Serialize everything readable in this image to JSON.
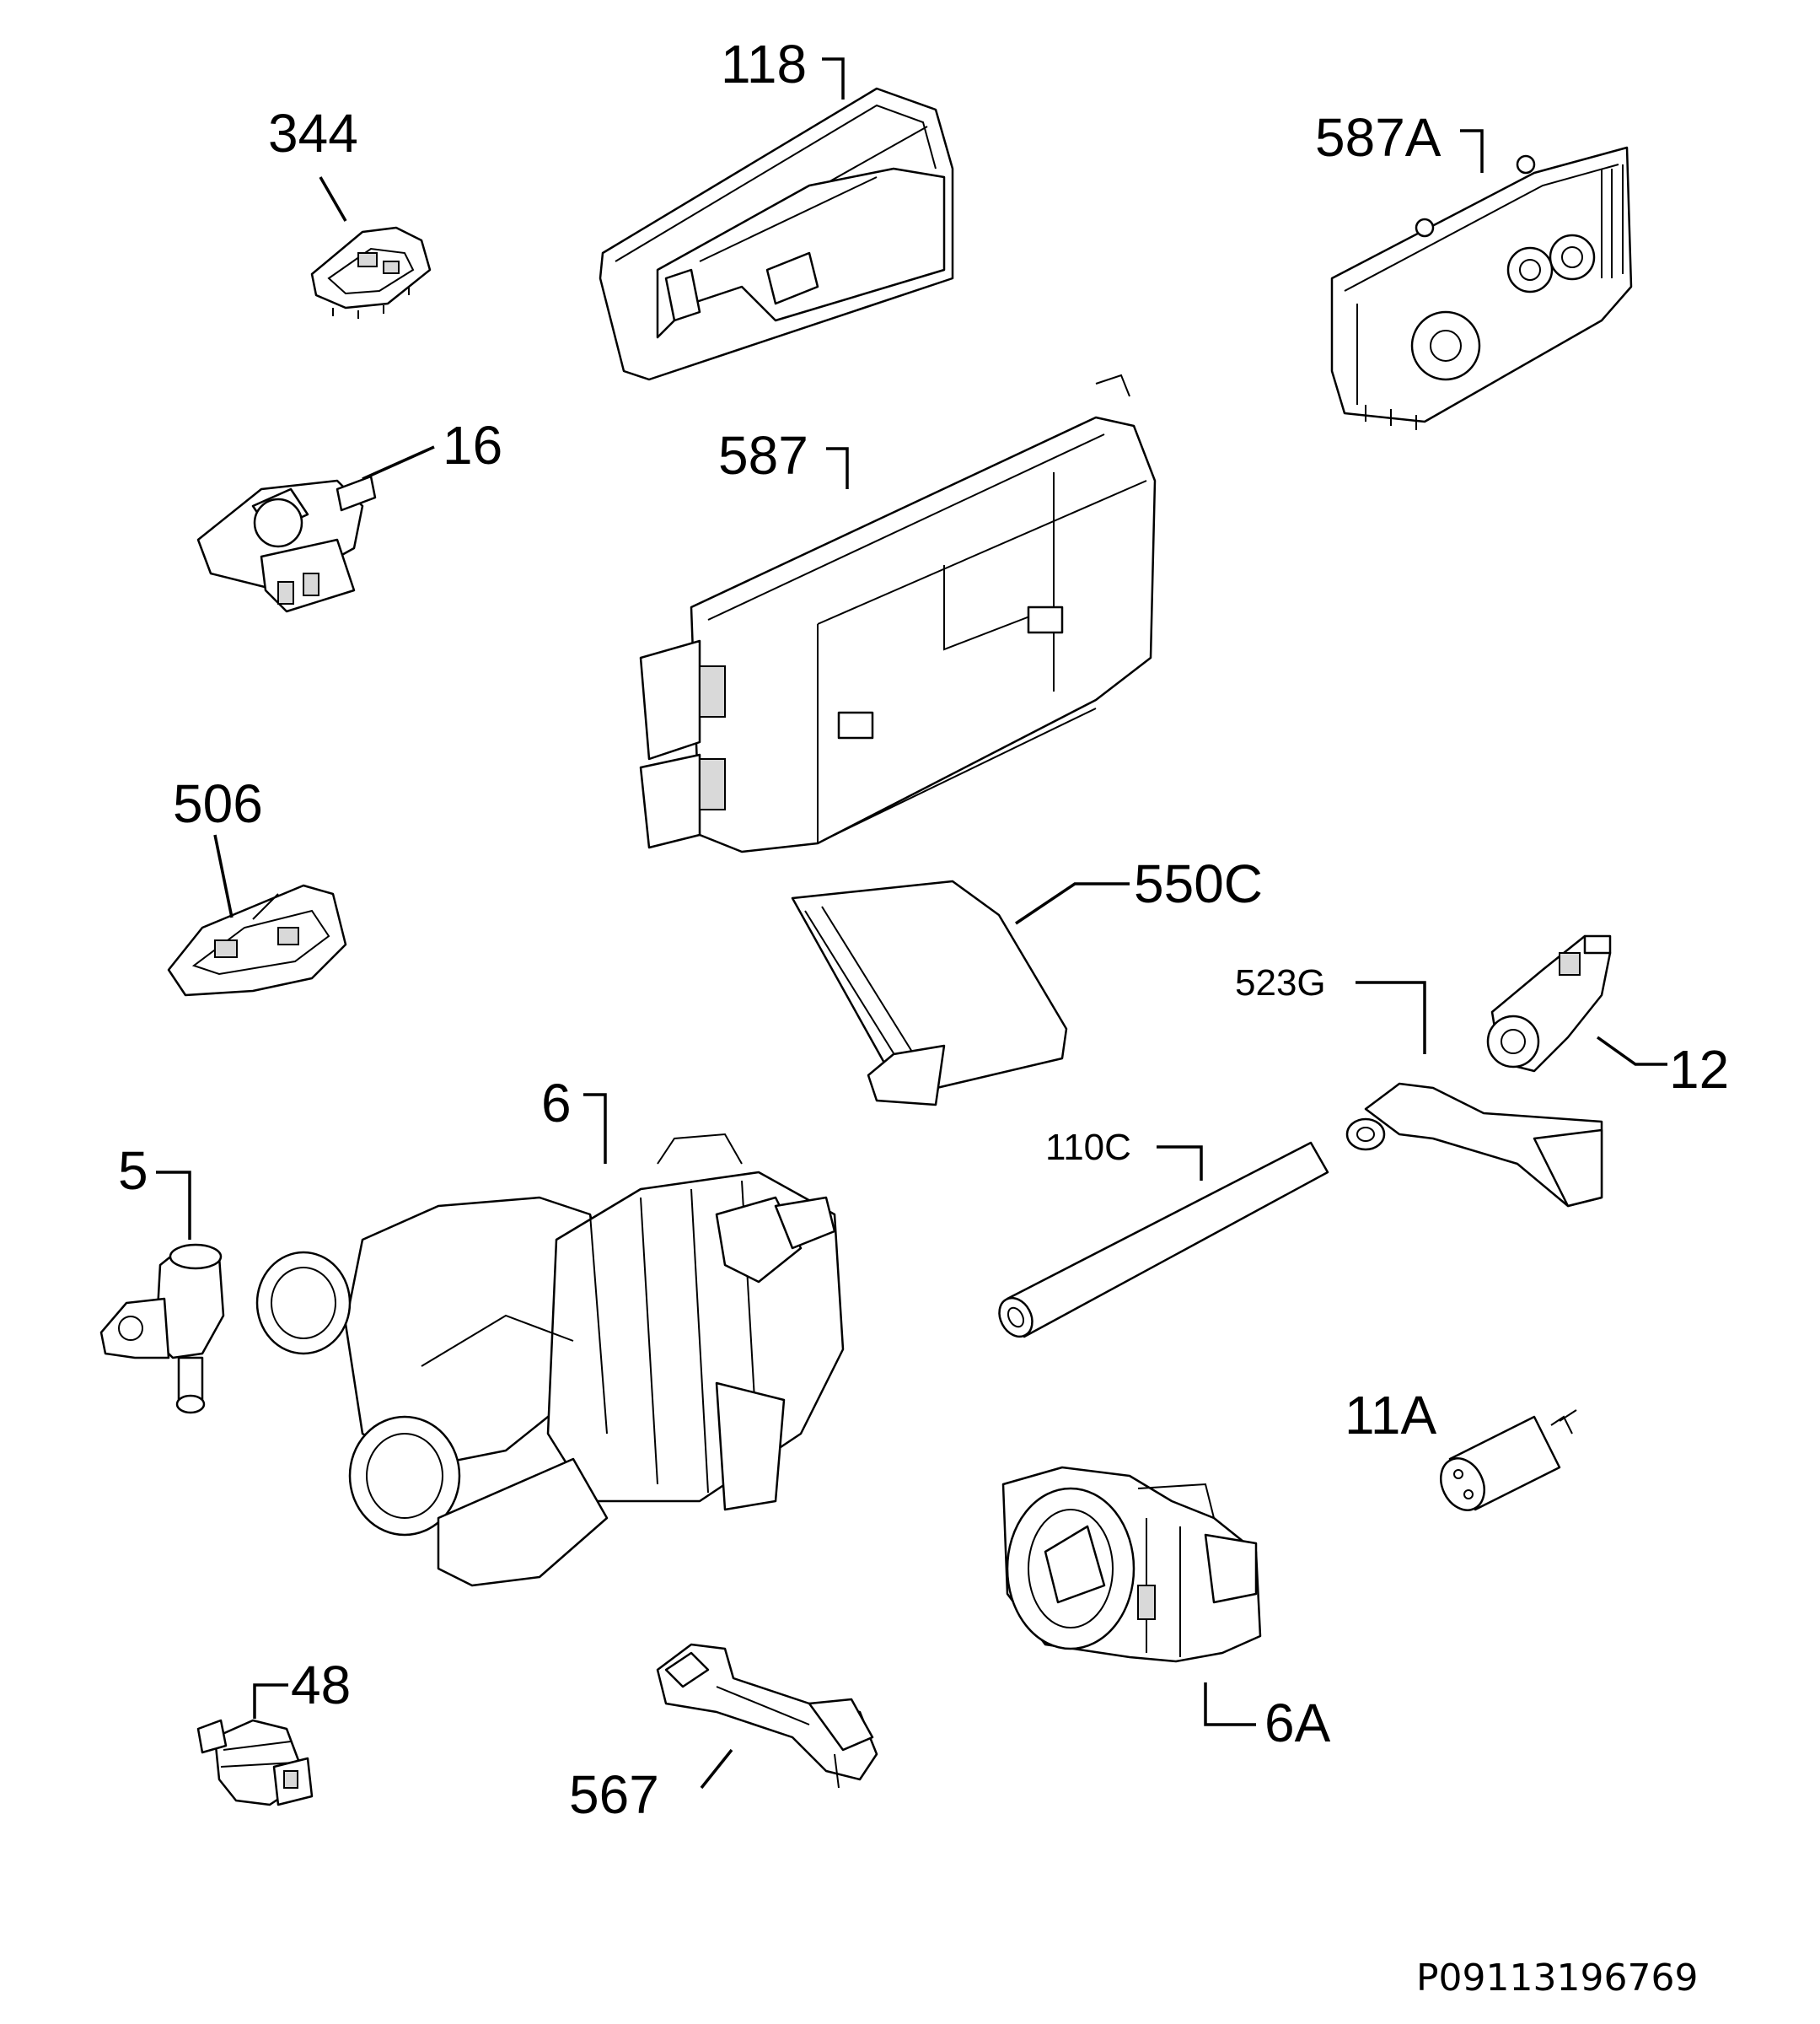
{
  "diagram": {
    "drawing_code": "P09113196769",
    "parts": [
      {
        "id": "p118",
        "label": "118",
        "icon": "dispenser-tray-icon"
      },
      {
        "id": "p344",
        "label": "344",
        "icon": "connector-clip-icon"
      },
      {
        "id": "p587A",
        "label": "587A",
        "icon": "control-panel-module-icon"
      },
      {
        "id": "p16",
        "label": "16",
        "icon": "solenoid-valve-icon"
      },
      {
        "id": "p587",
        "label": "587",
        "icon": "electronic-control-box-icon"
      },
      {
        "id": "p506",
        "label": "506",
        "icon": "sensor-bracket-icon"
      },
      {
        "id": "p550C",
        "label": "550C",
        "icon": "cover-plate-icon"
      },
      {
        "id": "p523G",
        "label": "523G",
        "icon": "manifold-arm-icon"
      },
      {
        "id": "p12",
        "label": "12",
        "icon": "pressure-switch-icon"
      },
      {
        "id": "p6",
        "label": "6",
        "icon": "circulation-pump-motor-icon"
      },
      {
        "id": "p5",
        "label": "5",
        "icon": "inlet-valve-icon"
      },
      {
        "id": "p110C",
        "label": "110C",
        "icon": "hose-icon"
      },
      {
        "id": "p11A",
        "label": "11A",
        "icon": "capacitor-icon"
      },
      {
        "id": "p6A",
        "label": "6A",
        "icon": "drain-pump-icon"
      },
      {
        "id": "p48",
        "label": "48",
        "icon": "temperature-sensor-icon"
      },
      {
        "id": "p567",
        "label": "567",
        "icon": "bracket-clamp-icon"
      }
    ]
  }
}
